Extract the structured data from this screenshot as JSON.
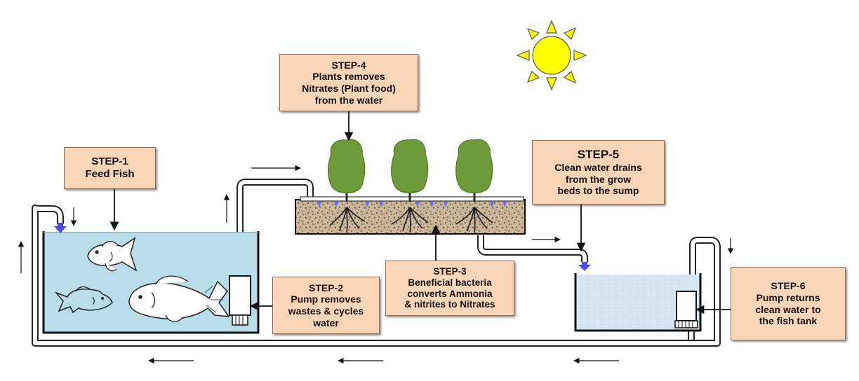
{
  "steps": {
    "step1": {
      "title": "STEP-1",
      "lines": [
        "Feed Fish"
      ]
    },
    "step2": {
      "title": "STEP-2",
      "lines": [
        "Pump removes",
        "wastes & cycles",
        "water"
      ]
    },
    "step3": {
      "title": "STEP-3",
      "lines": [
        "Beneficial bacteria",
        "converts Ammonia",
        "& nitrites to Nitrates"
      ]
    },
    "step4": {
      "title": "STEP-4",
      "lines": [
        "Plants removes",
        "Nitrates (Plant food)",
        "from the water"
      ]
    },
    "step5": {
      "title": "STEP-5",
      "lines": [
        "Clean water drains",
        "from the grow",
        "beds to the sump"
      ]
    },
    "step6": {
      "title": "STEP-6",
      "lines": [
        "Pump returns",
        "clean water to",
        "the fish tank"
      ]
    }
  },
  "colors": {
    "label_fill": "#fbd5b5",
    "fish_tank_water": "#b8dde8",
    "sump_water": "#d6e6f2",
    "pipe": "#ffffff",
    "plant": "#6f9a3a",
    "sun": "#ffff00",
    "drip": "#4b4bdc"
  },
  "icons": [
    "sun-icon",
    "fish-icon",
    "plant-icon",
    "pump-icon",
    "flow-arrow-icon"
  ]
}
